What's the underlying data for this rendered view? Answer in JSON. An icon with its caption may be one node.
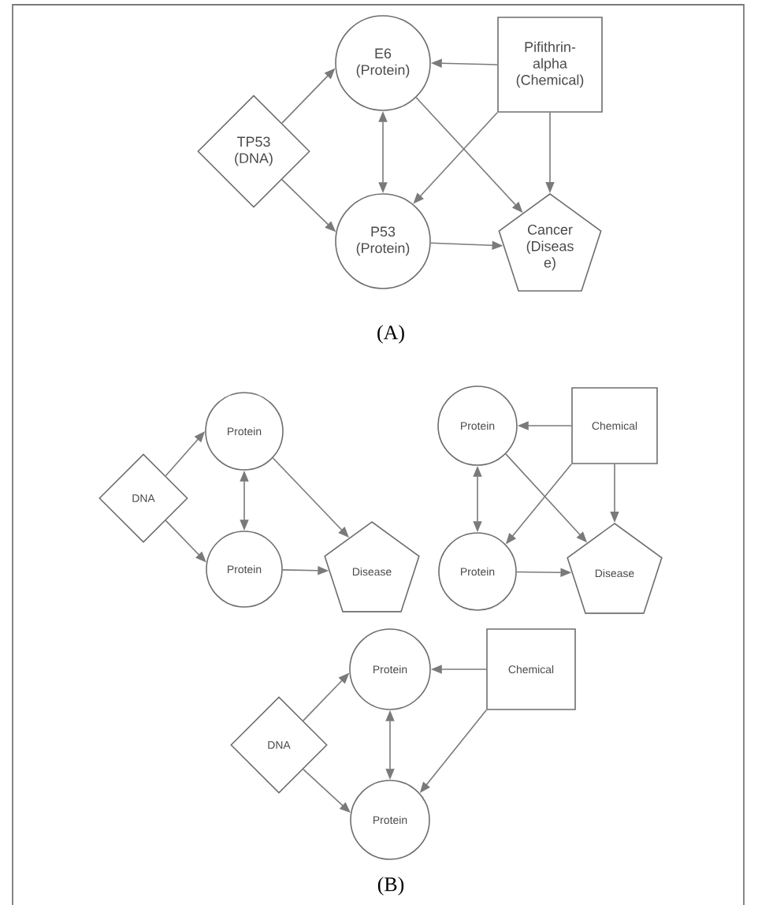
{
  "diagram": {
    "nodes": [
      {
        "text": [
          "E6 (Protein)"
        ]
      },
      {
        "text": [
          "Pifithrin-alpha (Chemical)"
        ]
      },
      {
        "text": [
          "TP53 (DNA)"
        ]
      },
      {
        "text": [
          "P53 (Protein)"
        ]
      },
      {
        "text": [
          "Cancer (Diseas e)"
        ]
      },
      {
        "text": [
          "Protein"
        ]
      },
      {
        "text": [
          "DNA"
        ]
      },
      {
        "text": [
          "Protein"
        ]
      },
      {
        "text": [
          "Disease"
        ]
      },
      {
        "text": [
          "Protein"
        ]
      },
      {
        "text": [
          "Chemical"
        ]
      },
      {
        "text": [
          "Protein"
        ]
      },
      {
        "text": [
          "Disease"
        ]
      },
      {
        "text": [
          "Protein"
        ]
      },
      {
        "text": [
          "Chemical"
        ]
      },
      {
        "text": [
          "DNA"
        ]
      },
      {
        "text": [
          "Protein"
        ]
      }
    ],
    "edges": [
      {
        "from": 2,
        "to": 0,
        "arrow": "to"
      },
      {
        "from": 2,
        "to": 3,
        "arrow": "to"
      },
      {
        "from": 0,
        "to": 3,
        "arrow": "both"
      },
      {
        "from": 1,
        "to": 0,
        "arrow": "to"
      },
      {
        "from": 1,
        "to": 3,
        "arrow": "to"
      },
      {
        "from": 1,
        "to": 4,
        "arrow": "to"
      },
      {
        "from": 0,
        "to": 4,
        "arrow": "to"
      },
      {
        "from": 3,
        "to": 4,
        "arrow": "to"
      },
      {
        "from": 6,
        "to": 5,
        "arrow": "to"
      },
      {
        "from": 6,
        "to": 7,
        "arrow": "to"
      },
      {
        "from": 5,
        "to": 7,
        "arrow": "both"
      },
      {
        "from": 5,
        "to": 8,
        "arrow": "to"
      },
      {
        "from": 7,
        "to": 8,
        "arrow": "to"
      },
      {
        "from": 10,
        "to": 9,
        "arrow": "to"
      },
      {
        "from": 10,
        "to": 11,
        "arrow": "to"
      },
      {
        "from": 10,
        "to": 12,
        "arrow": "to"
      },
      {
        "from": 9,
        "to": 11,
        "arrow": "both"
      },
      {
        "from": 9,
        "to": 12,
        "arrow": "to"
      },
      {
        "from": 11,
        "to": 12,
        "arrow": "to"
      },
      {
        "from": 15,
        "to": 13,
        "arrow": "to"
      },
      {
        "from": 15,
        "to": 16,
        "arrow": "to"
      },
      {
        "from": 13,
        "to": 16,
        "arrow": "both"
      },
      {
        "from": 14,
        "to": 13,
        "arrow": "to"
      },
      {
        "from": 14,
        "to": 16,
        "arrow": "to"
      }
    ],
    "labels": [
      "(A)",
      "(B)"
    ]
  }
}
